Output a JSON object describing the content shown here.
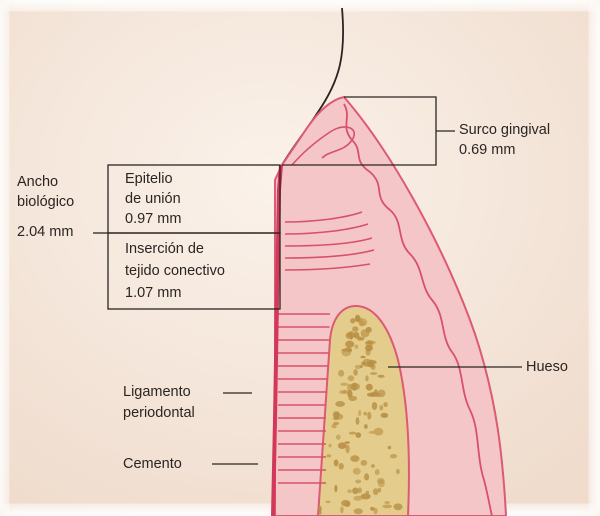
{
  "labels": {
    "surco_gingival": {
      "title": "Surco gingival",
      "value": "0.69 mm"
    },
    "epitelio_union": {
      "line1": "Epitelio",
      "line2": "de unión",
      "value": "0.97 mm"
    },
    "insercion_tejido": {
      "line1": "Inserción de",
      "line2": "tejido conectivo",
      "value": "1.07 mm"
    },
    "ancho_biologico": {
      "line1": "Ancho",
      "line2": "biológico",
      "value": "2.04 mm"
    },
    "hueso": "Hueso",
    "ligamento": {
      "line1": "Ligamento",
      "line2": "periodontal"
    },
    "cemento": "Cemento"
  },
  "colors": {
    "paper": "#f6e8dc",
    "gingiva_fill": "#f4c4c6",
    "gingiva_outline": "#d9506a",
    "root_surface": "#d2385a",
    "bone_fill": "#e6d092",
    "bone_dots": "#b89045",
    "leader_line": "#2b2522"
  }
}
